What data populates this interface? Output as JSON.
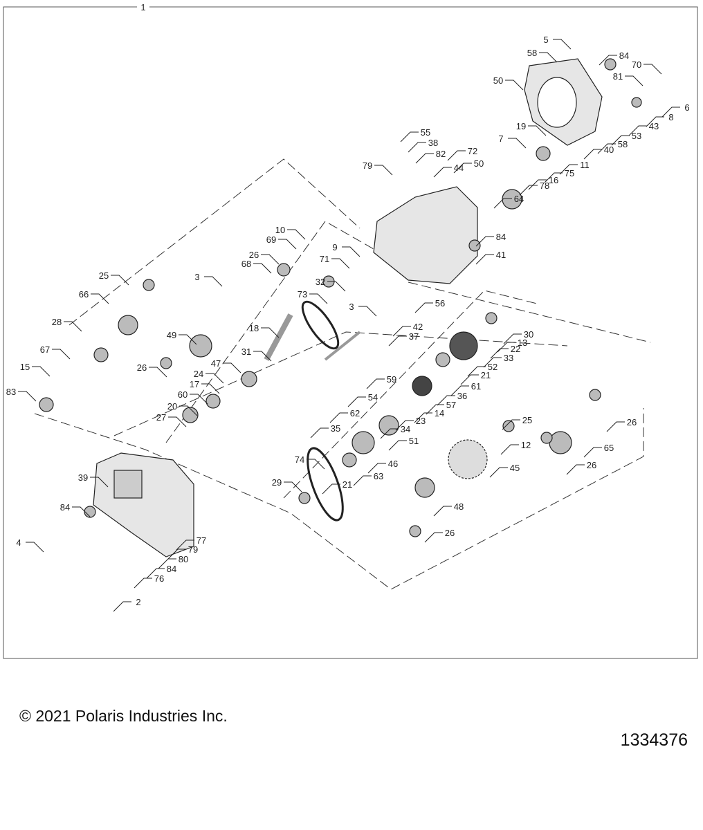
{
  "diagram_title_callout": "1",
  "callouts": [
    "5",
    "58",
    "84",
    "70",
    "81",
    "50",
    "6",
    "8",
    "43",
    "53",
    "58",
    "40",
    "19",
    "7",
    "11",
    "75",
    "16",
    "78",
    "64",
    "55",
    "38",
    "82",
    "72",
    "44",
    "50",
    "79",
    "10",
    "69",
    "9",
    "71",
    "84",
    "41",
    "26",
    "25",
    "68",
    "3",
    "32",
    "73",
    "56",
    "3",
    "42",
    "37",
    "30",
    "13",
    "22",
    "33",
    "52",
    "21",
    "61",
    "36",
    "57",
    "14",
    "23",
    "34",
    "66",
    "28",
    "67",
    "15",
    "83",
    "49",
    "18",
    "31",
    "47",
    "26",
    "24",
    "17",
    "59",
    "54",
    "60",
    "20",
    "27",
    "62",
    "35",
    "25",
    "12",
    "26",
    "65",
    "26",
    "51",
    "46",
    "63",
    "21",
    "74",
    "45",
    "39",
    "29",
    "84",
    "48",
    "26",
    "4",
    "77",
    "79",
    "80",
    "84",
    "76",
    "2"
  ],
  "footer": {
    "copyright": "© 2021 Polaris Industries Inc.",
    "illustration_number": "1334376"
  }
}
